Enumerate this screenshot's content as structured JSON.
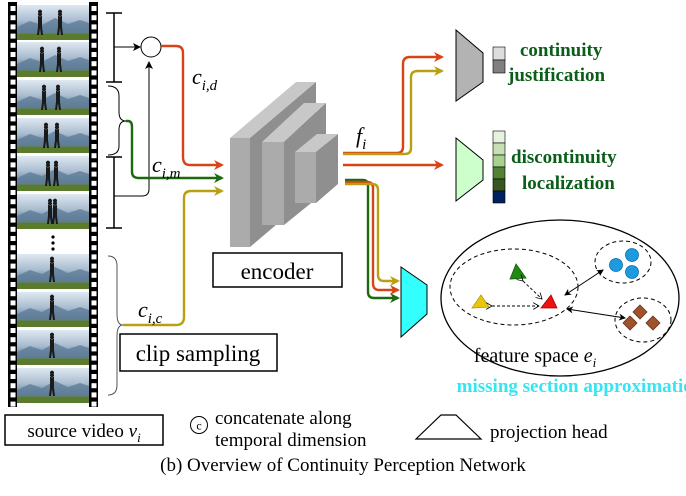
{
  "caption": "(b) Overview of Continuity Perception Network",
  "labels": {
    "source_video": "source video",
    "source_video_var": "v",
    "source_video_sub": "i",
    "clip_sampling": "clip sampling",
    "encoder": "encoder",
    "feature_var": "f",
    "feature_sub": "i",
    "c_d_var": "c",
    "c_d_sub": "i,d",
    "c_m_var": "c",
    "c_m_sub": "i,m",
    "c_c_var": "c",
    "c_c_sub": "i,c",
    "feature_space": "feature space",
    "feature_space_var": "e",
    "feature_space_sub": "i"
  },
  "heads": [
    {
      "name": "continuity-justification",
      "line1": "continuity",
      "line2": "justification",
      "color": "#0b5e1a",
      "head_fill": "#b3b3b3"
    },
    {
      "name": "discontinuity-localization",
      "line1": "discontinuity",
      "line2": "localization",
      "color": "#0b5e1a",
      "head_fill": "#ccffcc"
    },
    {
      "name": "missing-section-approximation",
      "line1": "missing section approximation",
      "color": "#33e6f2",
      "head_fill": "#33ffff"
    }
  ],
  "legend": {
    "concat_symbol": "c",
    "concat_line1": "concatenate along",
    "concat_line2": "temporal dimension",
    "projection_head": "projection head"
  },
  "colors": {
    "red": "#d84315",
    "green": "#1b6a10",
    "gold": "#b8a010"
  },
  "justification_bar": [
    "#dddddd",
    "#808080"
  ],
  "localization_bar": [
    "#e6f2e0",
    "#c6e0b4",
    "#a9d18e",
    "#548235",
    "#375623",
    "#002060"
  ]
}
